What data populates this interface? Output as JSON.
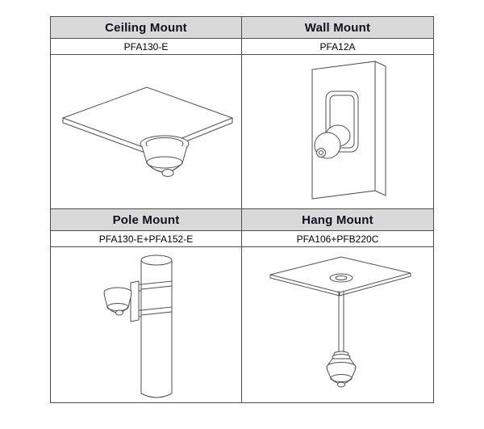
{
  "table": {
    "cells": [
      {
        "title": "Ceiling Mount",
        "model": "PFA130-E"
      },
      {
        "title": "Wall Mount",
        "model": "PFA12A"
      },
      {
        "title": "Pole Mount",
        "model": "PFA130-E+PFA152-E"
      },
      {
        "title": "Hang Mount",
        "model": "PFA106+PFB220C"
      }
    ],
    "colors": {
      "header_bg": "#d9d9d9",
      "border": "#4d4d4d",
      "header_text": "#101021",
      "line_art": "#4f4f4f",
      "background": "#ffffff"
    }
  }
}
